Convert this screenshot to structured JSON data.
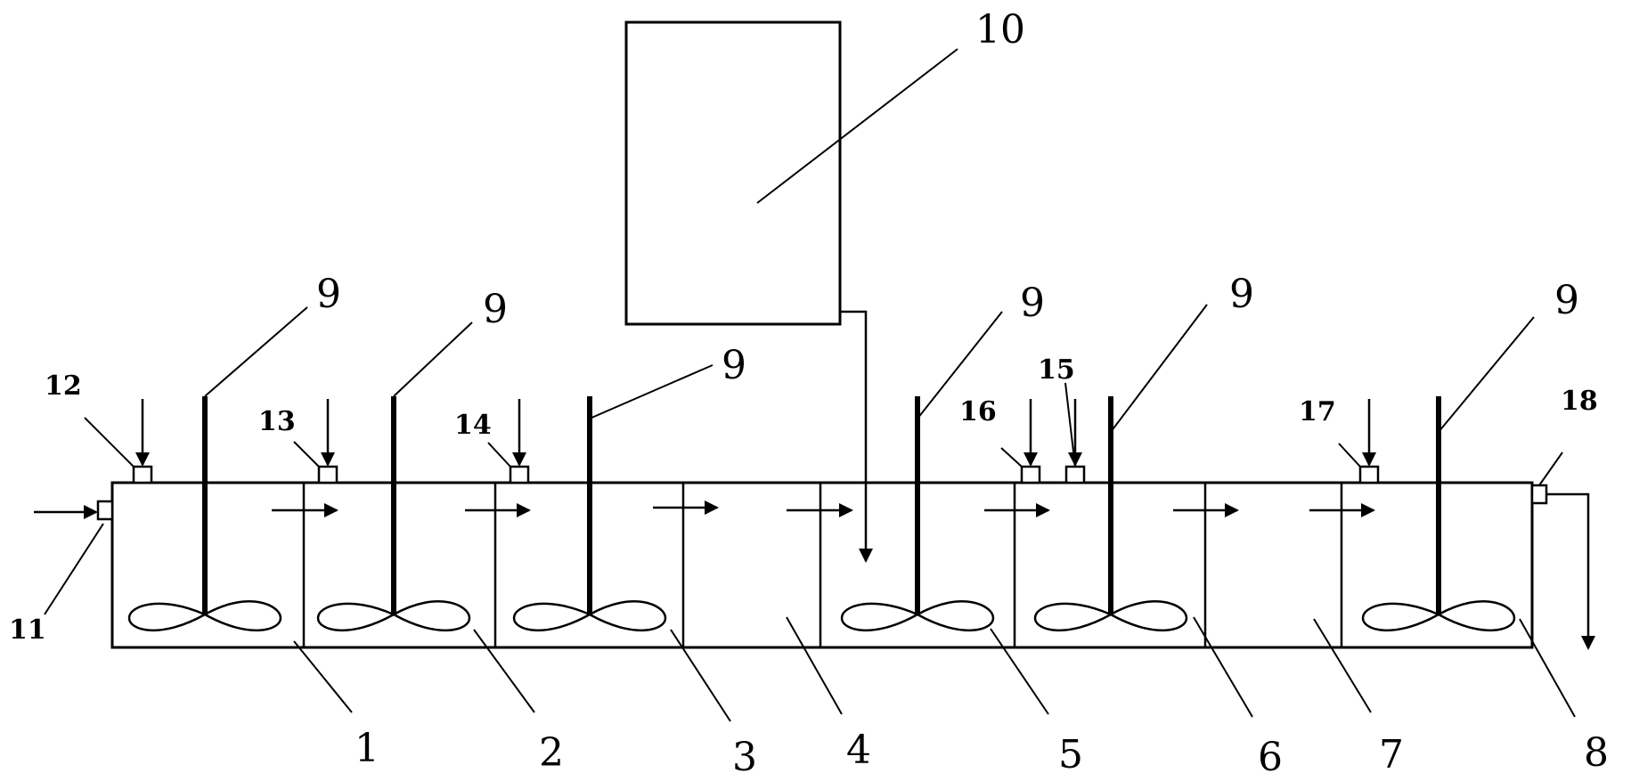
{
  "labels": {
    "c1": "1",
    "c2": "2",
    "c3": "3",
    "c4": "4",
    "c5": "5",
    "c6": "6",
    "c7": "7",
    "c8": "8",
    "stirrer": "9",
    "box": "10",
    "inlet": "11",
    "p12": "12",
    "p13": "13",
    "p14": "14",
    "p15": "15",
    "p16": "16",
    "p17": "17",
    "outlet": "18"
  },
  "colors": {
    "stroke": "#000000",
    "background": "#ffffff"
  }
}
